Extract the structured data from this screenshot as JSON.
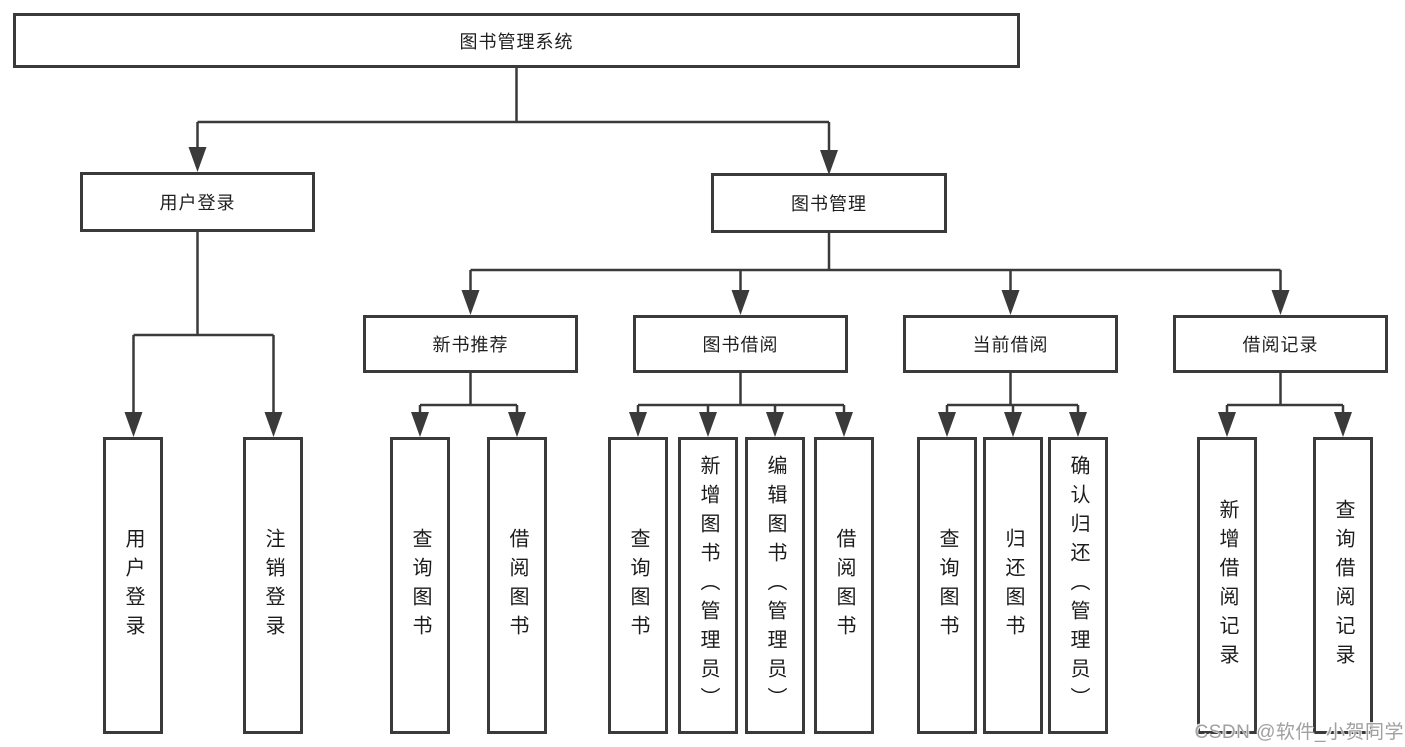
{
  "nodes": {
    "root": "图书管理系统",
    "user_login": "用户登录",
    "book_mgmt": "图书管理",
    "level3": [
      "新书推荐",
      "图书借阅",
      "当前借阅",
      "借阅记录"
    ],
    "user_login_children": [
      "用户登录",
      "注销登录"
    ],
    "new_book_children": [
      "查询图书",
      "借阅图书"
    ],
    "book_borrow_children": [
      "查询图书",
      "新增图书（管理员）",
      "编辑图书（管理员）",
      "借阅图书"
    ],
    "current_borrow_children": [
      "查询图书",
      "归还图书",
      "确认归还（管理员）"
    ],
    "borrow_record_children": [
      "新增借阅记录",
      "查询借阅记录"
    ]
  },
  "watermark": "CSDN @软件_小贺同学",
  "colors": {
    "line": "#3a3a3a",
    "box_border": "#3a3a3a",
    "text": "#1f1f1f",
    "watermark": "#a0a0a0",
    "background": "#ffffff"
  }
}
